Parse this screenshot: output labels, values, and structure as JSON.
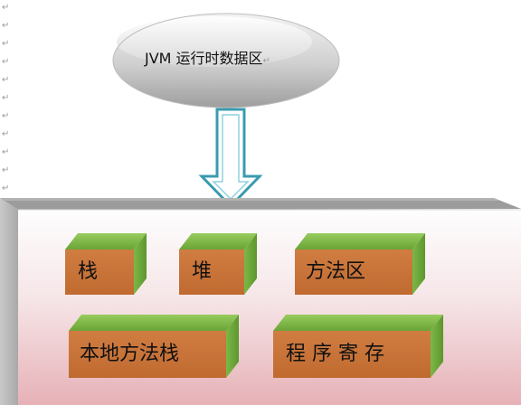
{
  "ellipse_title": "JVM 运行时数据区",
  "modules": [
    {
      "label": "栈"
    },
    {
      "label": "堆"
    },
    {
      "label": "方法区"
    },
    {
      "label": "本地方法栈"
    },
    {
      "label": "程 序 寄 存"
    }
  ],
  "paragraph_mark": "↵",
  "colors": {
    "ellipse_light": "#e6e6e6",
    "ellipse_dark": "#a6a6a6",
    "arrow_stroke": "#3a9bb0",
    "platform_top": "#9c9c9c",
    "platform_side": "#b9b9b9",
    "platform_face_top": "#fdfcfc",
    "platform_face_bottom": "#e8b6bb",
    "block_face": "#c7733a",
    "block_green": "#76b041"
  }
}
